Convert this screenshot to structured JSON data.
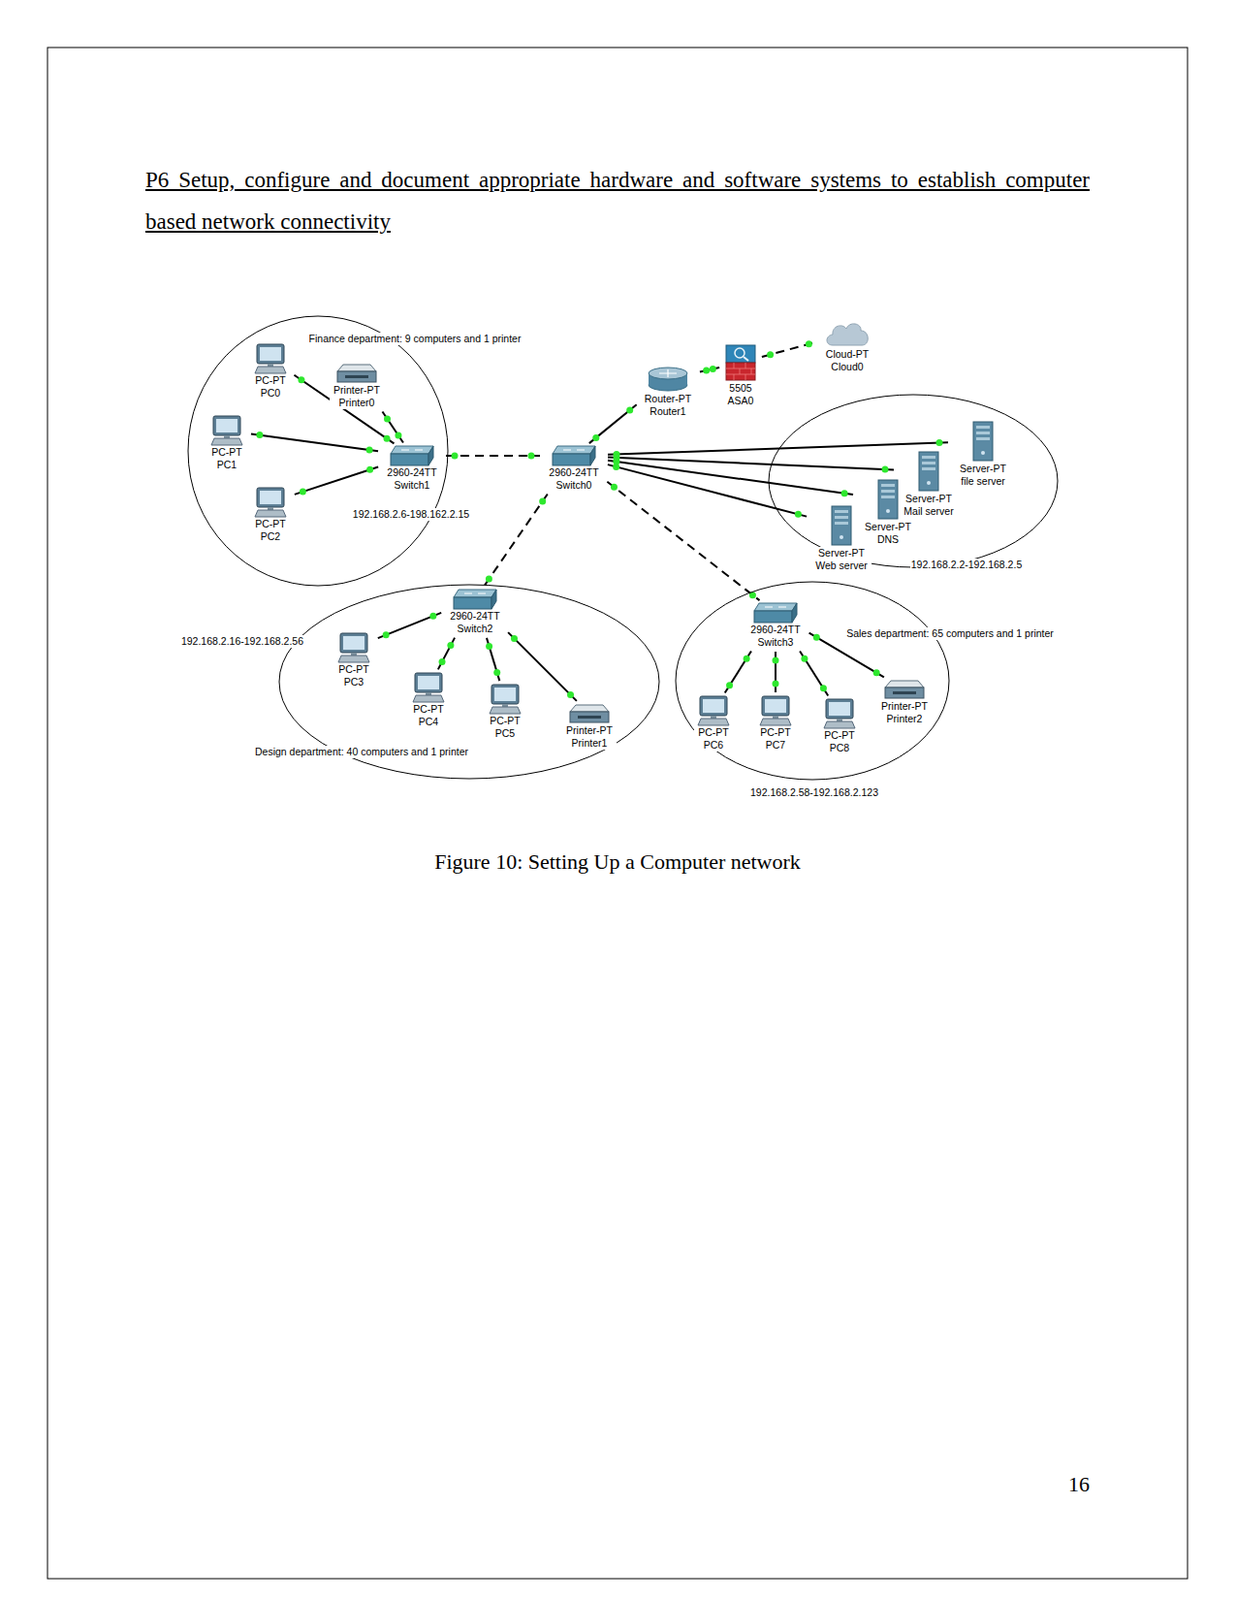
{
  "diagram": {
    "title": "P6 Setup, configure and document appropriate hardware and software systems to establish computer based network connectivity",
    "caption": "Figure 10: Setting Up a Computer network",
    "nodes": [
      {
        "text": [
          "Finance department: 9 computers and 1 printer",
          "192.168.2.6-198.162.2.15"
        ]
      },
      {
        "text": [
          "PC-PT PC0"
        ],
        "in": 0
      },
      {
        "text": [
          "Printer-PT Printer0"
        ],
        "in": 0
      },
      {
        "text": [
          "PC-PT PC1"
        ],
        "in": 0
      },
      {
        "text": [
          "2960-24TT Switch1"
        ],
        "in": 0
      },
      {
        "text": [
          "PC-PT PC2"
        ],
        "in": 0
      },
      {
        "text": [
          "Router-PT Router1"
        ]
      },
      {
        "text": [
          "5505 ASA0"
        ]
      },
      {
        "text": [
          "Cloud-PT Cloud0"
        ]
      },
      {
        "text": [
          "2960-24TT Switch0"
        ]
      },
      {
        "text": [
          "192.168.2.2-192.168.2.5"
        ]
      },
      {
        "text": [
          "Server-PT file server"
        ],
        "in": 10
      },
      {
        "text": [
          "Server-PT Mail server"
        ],
        "in": 10
      },
      {
        "text": [
          "Server-PT DNS"
        ],
        "in": 10
      },
      {
        "text": [
          "Server-PT Web server"
        ],
        "in": 10
      },
      {
        "text": [
          "192.168.2.16-192.168.2.56",
          "Design department: 40 computers and 1 printer"
        ]
      },
      {
        "text": [
          "2960-24TT Switch2"
        ],
        "in": 15
      },
      {
        "text": [
          "PC-PT PC3"
        ],
        "in": 15
      },
      {
        "text": [
          "PC-PT PC4"
        ],
        "in": 15
      },
      {
        "text": [
          "PC-PT PC5"
        ],
        "in": 15
      },
      {
        "text": [
          "Printer-PT Printer1"
        ],
        "in": 15
      },
      {
        "text": [
          "Sales department: 65 computers and 1 printer",
          "192.168.2.58-192.168.2.123"
        ]
      },
      {
        "text": [
          "2960-24TT Switch3"
        ],
        "in": 21
      },
      {
        "text": [
          "PC-PT PC6"
        ],
        "in": 21
      },
      {
        "text": [
          "PC-PT PC7"
        ],
        "in": 21
      },
      {
        "text": [
          "PC-PT PC8"
        ],
        "in": 21
      },
      {
        "text": [
          "Printer-PT Printer2"
        ],
        "in": 21
      }
    ],
    "edges": [
      {
        "from": 1,
        "to": 4,
        "arrow": "none"
      },
      {
        "from": 2,
        "to": 4,
        "arrow": "none"
      },
      {
        "from": 3,
        "to": 4,
        "arrow": "none"
      },
      {
        "from": 5,
        "to": 4,
        "arrow": "none"
      },
      {
        "from": 4,
        "to": 9,
        "arrow": "none"
      },
      {
        "from": 9,
        "to": 6,
        "arrow": "none"
      },
      {
        "from": 6,
        "to": 7,
        "arrow": "none"
      },
      {
        "from": 7,
        "to": 8,
        "arrow": "none"
      },
      {
        "from": 9,
        "to": 11,
        "arrow": "none"
      },
      {
        "from": 9,
        "to": 12,
        "arrow": "none"
      },
      {
        "from": 9,
        "to": 13,
        "arrow": "none"
      },
      {
        "from": 9,
        "to": 14,
        "arrow": "none"
      },
      {
        "from": 9,
        "to": 16,
        "arrow": "none"
      },
      {
        "from": 9,
        "to": 22,
        "arrow": "none"
      },
      {
        "from": 16,
        "to": 17,
        "arrow": "none"
      },
      {
        "from": 16,
        "to": 18,
        "arrow": "none"
      },
      {
        "from": 16,
        "to": 19,
        "arrow": "none"
      },
      {
        "from": 16,
        "to": 20,
        "arrow": "none"
      },
      {
        "from": 22,
        "to": 23,
        "arrow": "none"
      },
      {
        "from": 22,
        "to": 24,
        "arrow": "none"
      },
      {
        "from": 22,
        "to": 25,
        "arrow": "none"
      },
      {
        "from": 22,
        "to": 26,
        "arrow": "none"
      }
    ],
    "labels": [
      "16"
    ]
  }
}
